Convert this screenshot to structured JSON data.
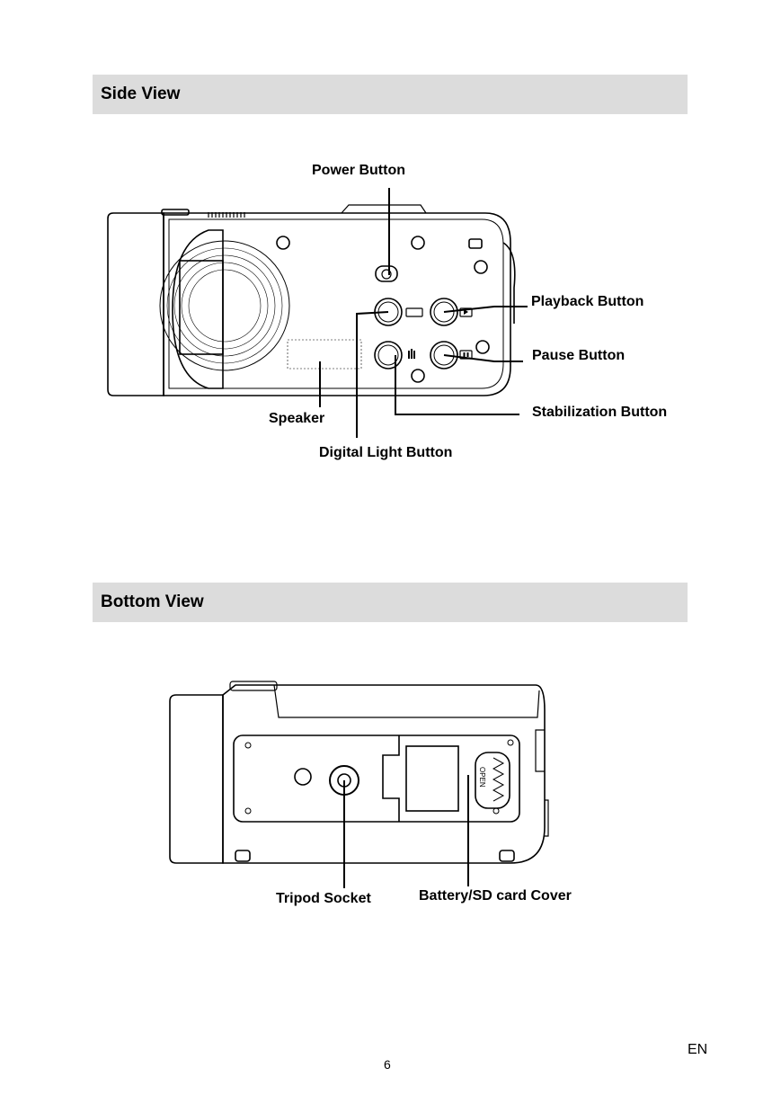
{
  "sections": {
    "side_view": {
      "title": "Side View",
      "labels": {
        "power": "Power Button",
        "playback": "Playback Button",
        "pause": "Pause Button",
        "stabilization": "Stabilization Button",
        "speaker": "Speaker",
        "digital_light": "Digital Light Button"
      }
    },
    "bottom_view": {
      "title": "Bottom View",
      "labels": {
        "tripod": "Tripod Socket",
        "battery": "Battery/SD card Cover"
      },
      "latch_text": "OPEN"
    }
  },
  "footer": {
    "page_number": "6",
    "language": "EN"
  }
}
